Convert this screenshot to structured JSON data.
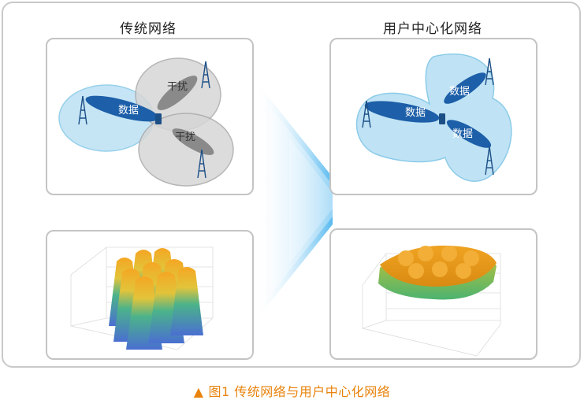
{
  "titles": {
    "left": "传统网络",
    "right": "用户中心化网络"
  },
  "diagram_labels": {
    "data": "数据",
    "interference": "干扰"
  },
  "caption": {
    "marker": "▲",
    "text": "图1  传统网络与用户中心化网络"
  },
  "colors": {
    "accent": "#e8830c",
    "cell_blue": "#bfe3f5",
    "cell_gray": "#d6d6d6",
    "beam_blue": "#1d5fa8"
  }
}
